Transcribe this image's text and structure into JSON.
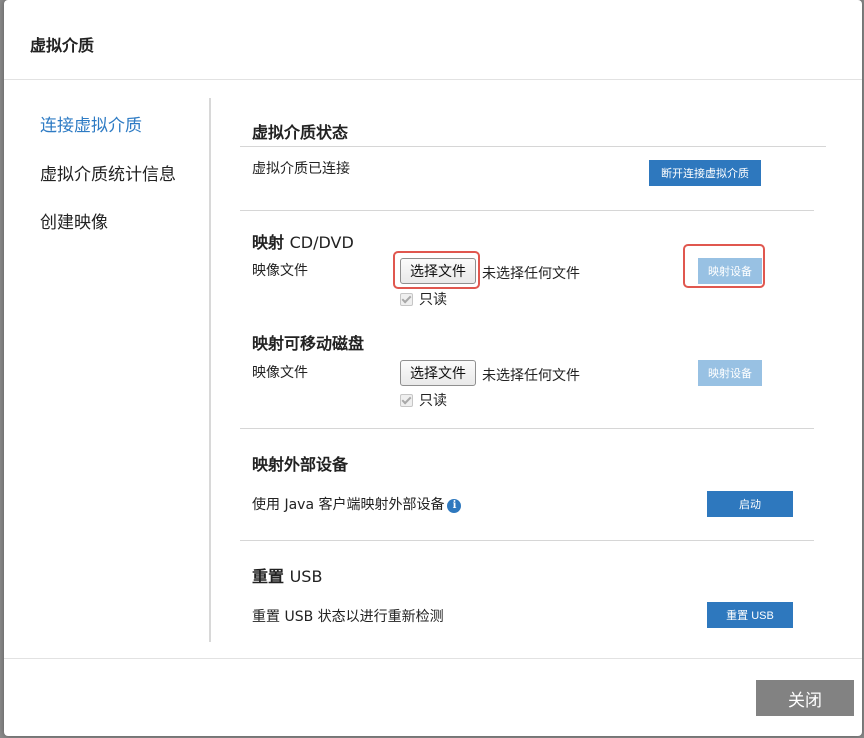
{
  "dialog": {
    "title": "虚拟介质"
  },
  "sidebar": {
    "items": [
      {
        "label": "连接虚拟介质"
      },
      {
        "label": "虚拟介质统计信息"
      },
      {
        "label": "创建映像"
      }
    ]
  },
  "status_section": {
    "title": "虚拟介质状态",
    "status_text": "虚拟介质已连接",
    "disconnect_label": "断开连接虚拟介质"
  },
  "cd_section": {
    "title_cn": "映射",
    "title_latin": "CD/DVD",
    "image_label": "映像文件",
    "choose_label": "选择文件",
    "no_file_text": "未选择任何文件",
    "readonly_label": "只读",
    "map_label": "映射设备"
  },
  "removable_section": {
    "title": "映射可移动磁盘",
    "image_label": "映像文件",
    "choose_label": "选择文件",
    "no_file_text": "未选择任何文件",
    "readonly_label": "只读",
    "map_label": "映射设备"
  },
  "external_section": {
    "title": "映射外部设备",
    "description": "使用 Java 客户端映射外部设备",
    "info_icon_glyph": "i",
    "start_label": "启动"
  },
  "usb_section": {
    "title_cn": "重置",
    "title_latin": "USB",
    "description": "重置 USB 状态以进行重新检测",
    "reset_label": "重置 USB"
  },
  "footer": {
    "close_label": "关闭"
  },
  "colors": {
    "accent": "#2e78be",
    "accent_disabled": "#98c1e3",
    "active_nav": "#2e7bc4",
    "highlight": "#e0574f",
    "close_button": "#828282"
  }
}
